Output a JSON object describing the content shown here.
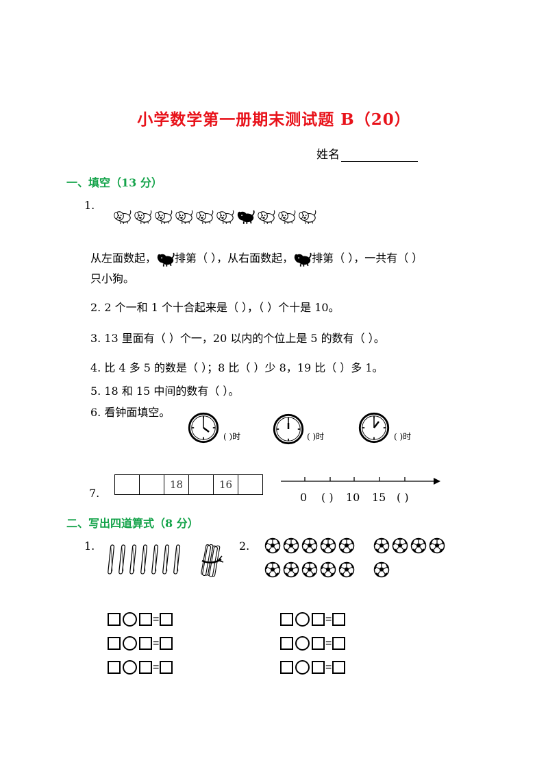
{
  "title": "小学数学第一册期末测试题 B（20）",
  "name_label": "姓名",
  "section1": {
    "heading": "一、填空（13 分）",
    "q1_num": "1.",
    "q1_line_a1": "从左面数起，",
    "q1_line_a2": "排第（      ），从右面数起，",
    "q1_line_a3": "排第（      ），一共有（      ）",
    "q1_line_b": "只小狗。",
    "q2": "2.  2 个一和 1 个十合起来是（      ），（      ）个十是 10。",
    "q3": "3.  13 里面有（      ）个一，20 以内的个位上是 5 的数有（      ）。",
    "q4": "4.  比 4 多 5 的数是（      ）；8 比（      ）少 8，19 比（      ）多 1。",
    "q5": "5.  18 和 15 中间的数有（                          ）。",
    "q6": "6.  看钟面填空。",
    "clock_blank": "(    )时",
    "q7_num": "7.",
    "q7_boxes": [
      "",
      "",
      "18",
      "",
      "16",
      ""
    ],
    "q7_line_labels": [
      "0",
      "(  )",
      "10",
      "15",
      "(  )"
    ]
  },
  "section2": {
    "heading": "二、写出四道算式（8 分）",
    "q1_num": "1.",
    "q2_num": "2.",
    "eq_sign": "="
  },
  "colors": {
    "title": "#e8121a",
    "section": "#14a34a"
  },
  "icons": [
    "dog-icon",
    "black-dog-icon",
    "clock-icon",
    "stick-icon",
    "stick-bundle-icon",
    "soccer-ball-icon"
  ]
}
